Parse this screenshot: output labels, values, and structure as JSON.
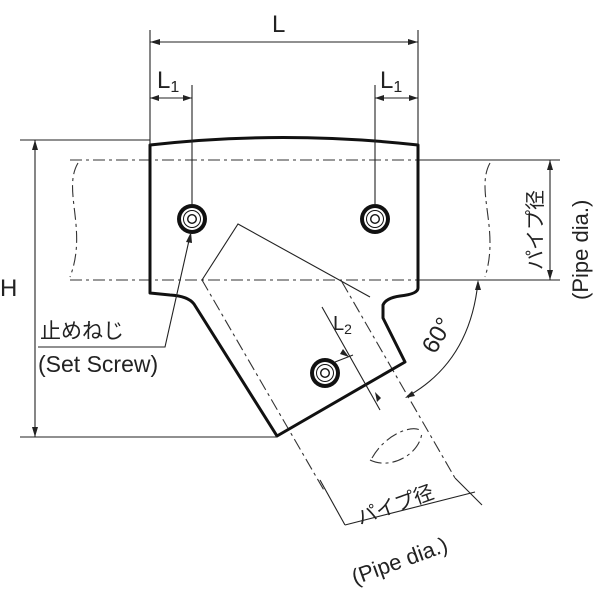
{
  "labels": {
    "L": "L",
    "L1_left": "L",
    "L1_right": "L",
    "sub1": "1",
    "L2": "L",
    "sub2": "2",
    "H": "H",
    "angle": "60°",
    "set_screw_jp": "止めねじ",
    "set_screw_en": "(Set Screw)",
    "pipe_jp_right": "パイプ径",
    "pipe_en_right": "(Pipe dia.)",
    "pipe_jp_bottom": "パイプ径",
    "pipe_en_bottom": "(Pipe dia.)"
  }
}
